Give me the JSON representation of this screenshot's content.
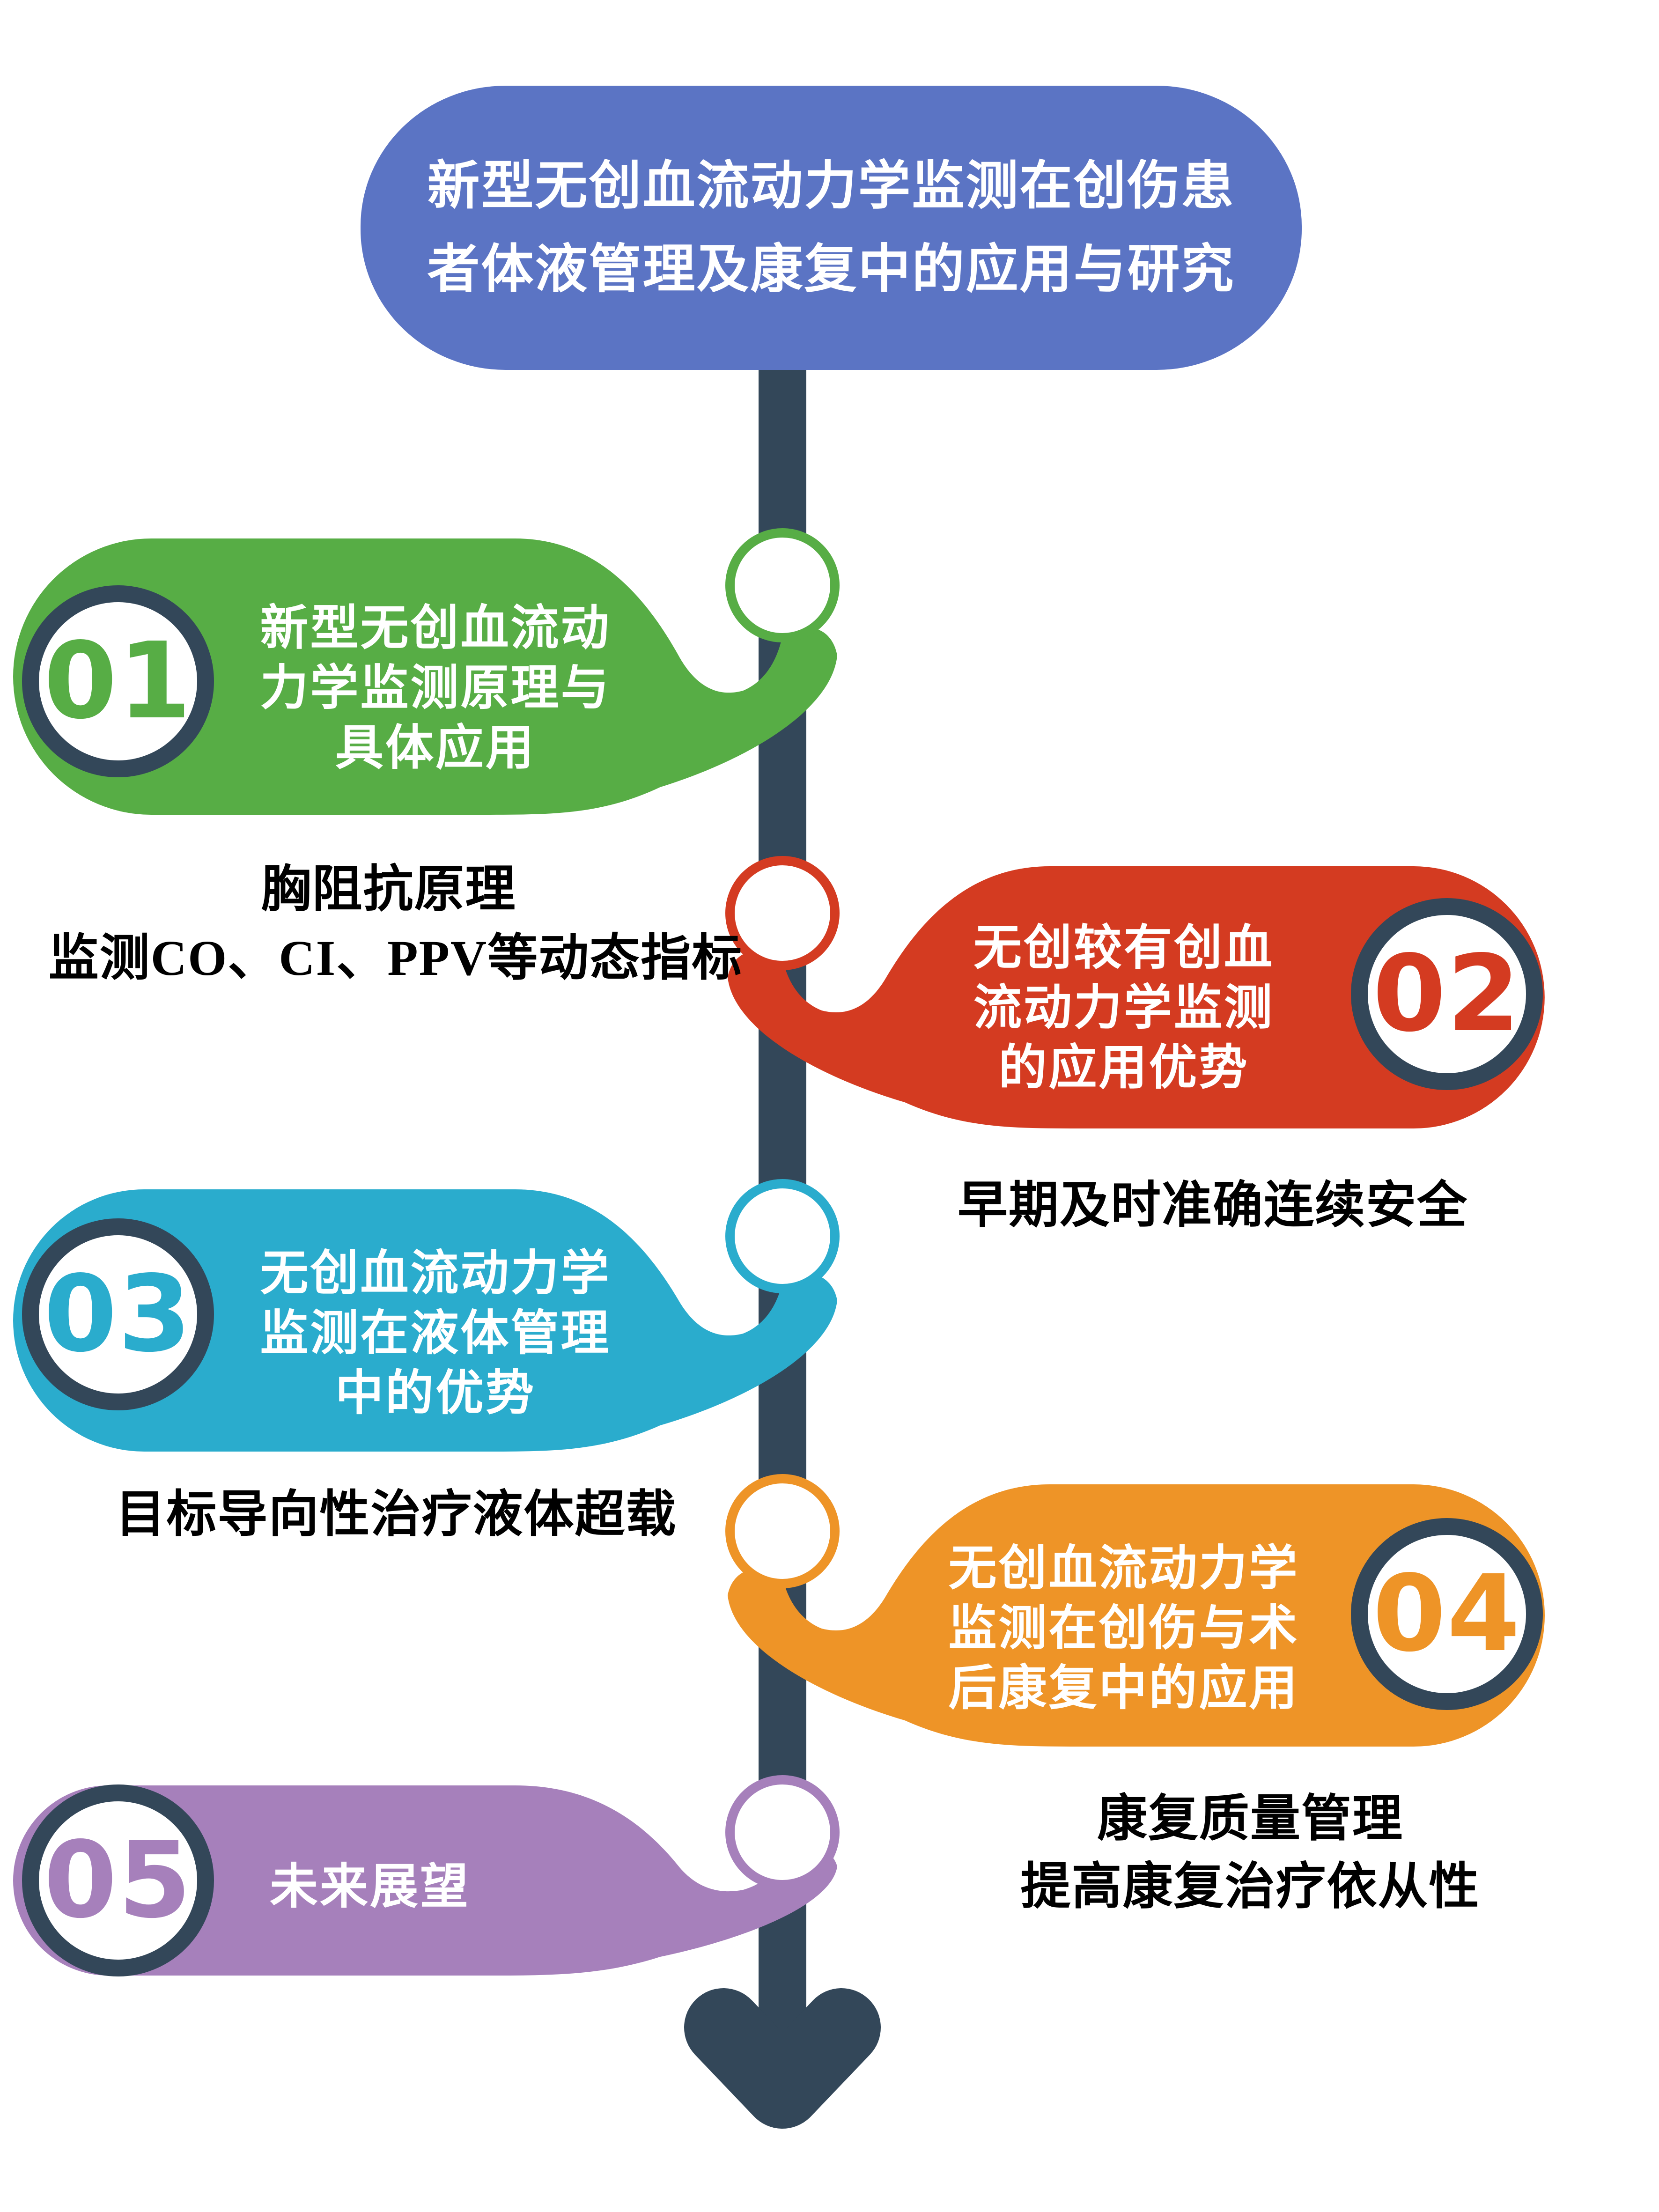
{
  "header": {
    "title_line1": "新型无创血流动力学监测在创伤患",
    "title_line2": "者体液管理及康复中的应用与研究",
    "bg": "#5b74c4"
  },
  "timeline": {
    "color": "#334759",
    "badge_ring_color": "#334759"
  },
  "sections": [
    {
      "number": "01",
      "color": "#57ad45",
      "lines": [
        "新型无创血流动",
        "力学监测原理与",
        "具体应用"
      ],
      "note1": "胸阻抗原理",
      "note2": "监测CO、CI、PPV等动态指标"
    },
    {
      "number": "02",
      "color": "#d43b21",
      "lines": [
        "无创较有创血",
        "流动力学监测",
        "的应用优势"
      ],
      "note1": "早期及时准确连续安全"
    },
    {
      "number": "03",
      "color": "#2aaccd",
      "lines": [
        "无创血流动力学",
        "监测在液体管理",
        "中的优势"
      ],
      "note1": "目标导向性治疗液体超载"
    },
    {
      "number": "04",
      "color": "#ee9427",
      "lines": [
        "无创血流动力学",
        "监测在创伤与术",
        "后康复中的应用"
      ],
      "note1": "康复质量管理",
      "note2": "提高康复治疗依从性"
    },
    {
      "number": "05",
      "color": "#a680bb",
      "lines": [
        "未来展望"
      ]
    }
  ]
}
